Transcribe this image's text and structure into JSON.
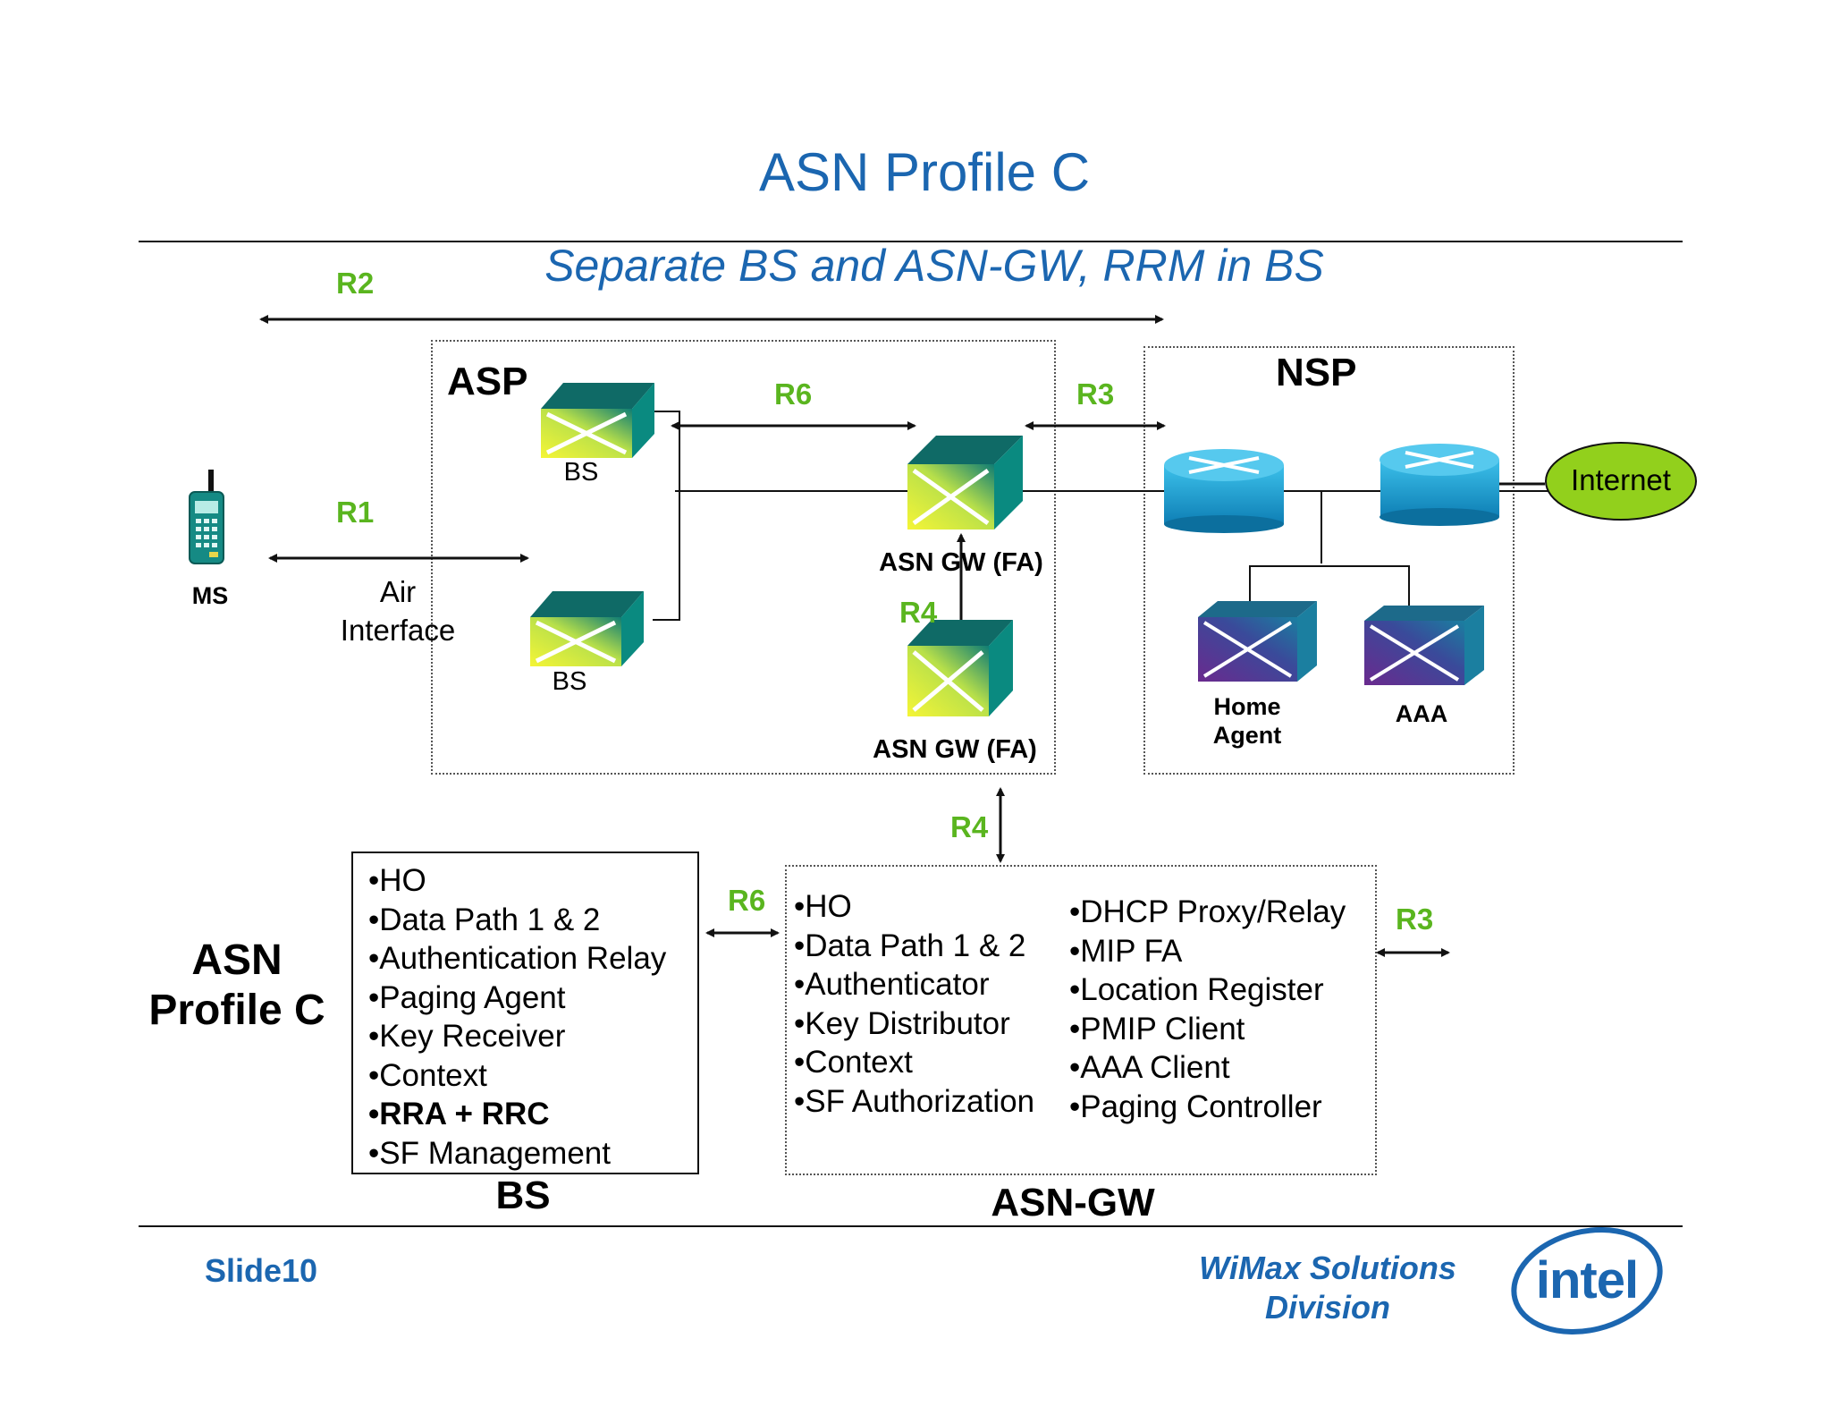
{
  "title": "ASN Profile C",
  "subtitle": "Separate BS and ASN-GW, RRM in BS",
  "ref_points": {
    "r1": "R1",
    "r2": "R2",
    "r3_top": "R3",
    "r6_top": "R6",
    "r4_mid": "R4",
    "r4_lower": "R4",
    "r6_bottom": "R6",
    "r3_bottom": "R3"
  },
  "domains": {
    "asp": "ASP",
    "nsp": "NSP"
  },
  "devices": {
    "ms": "MS",
    "air_interface_line1": "Air",
    "air_interface_line2": "Interface",
    "bs_top": "BS",
    "bs_bottom": "BS",
    "asn_gw_top": "ASN GW (FA)",
    "asn_gw_bottom": "ASN GW (FA)",
    "home_agent_line1": "Home",
    "home_agent_line2": "Agent",
    "aaa": "AAA",
    "internet": "Internet"
  },
  "profile_label": {
    "line1": "ASN",
    "line2": "Profile C"
  },
  "bs_functions": {
    "label": "BS",
    "items": [
      "•HO",
      "•Data Path 1 & 2",
      "•Authentication Relay",
      "•Paging Agent",
      "•Key Receiver",
      "•Context",
      "•RRA + RRC",
      "•SF Management"
    ]
  },
  "asngw_functions": {
    "label": "ASN-GW",
    "col1": [
      "•HO",
      "•Data Path 1 & 2",
      "•Authenticator",
      "•Key Distributor",
      "•Context",
      "•SF Authorization"
    ],
    "col2": [
      "•DHCP Proxy/Relay",
      "•MIP FA",
      "•Location Register",
      "•PMIP Client",
      "•AAA Client",
      "•Paging Controller"
    ]
  },
  "footer": {
    "slide": "Slide10",
    "division_line1": "WiMax Solutions",
    "division_line2": "Division",
    "logo_text": "intel"
  },
  "colors": {
    "title_blue": "#1b66b0",
    "ref_green": "#5ab51f",
    "internet_fill": "#92d01c",
    "router_blue": "#1aa3d6",
    "cube_teal": "#0a6e6a",
    "cube_yellow": "#f2f233",
    "cube_purple": "#4a2a86"
  }
}
